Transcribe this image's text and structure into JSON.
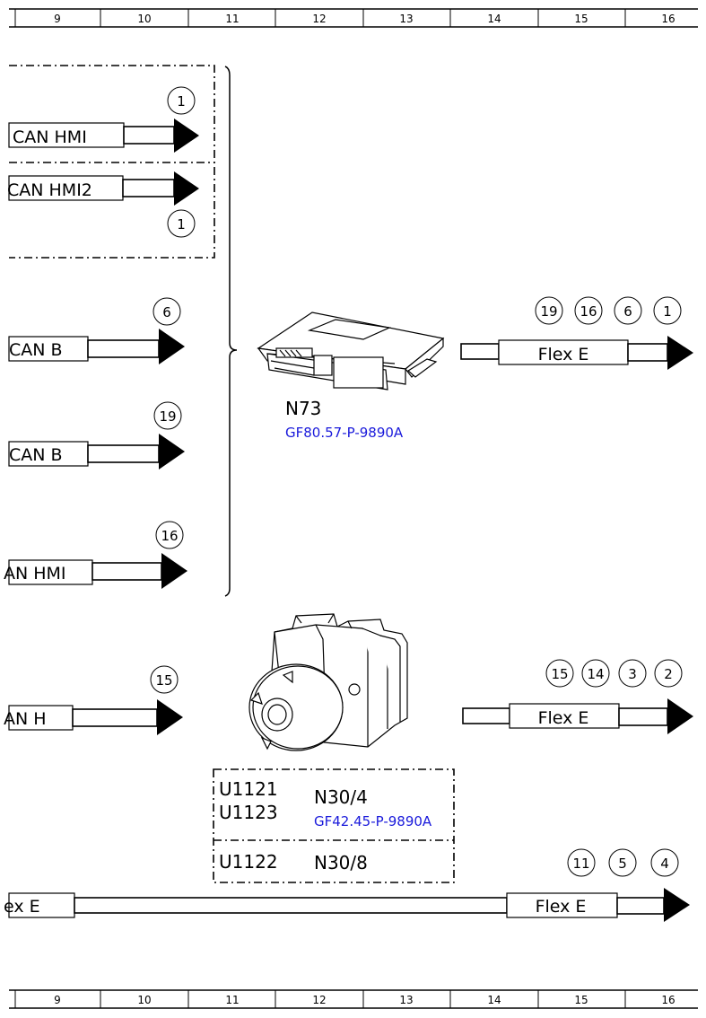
{
  "ruler": {
    "top": [
      "9",
      "10",
      "11",
      "12",
      "13",
      "14",
      "15",
      "16"
    ],
    "bottom": [
      "9",
      "10",
      "11",
      "12",
      "13",
      "14",
      "15",
      "16"
    ]
  },
  "bus_labels": {
    "can_hmi": "CAN HMI",
    "can_hmi2": "CAN HMI2",
    "can_b_1": "CAN B",
    "can_b_2": "CAN B",
    "an_hmi": "AN HMI",
    "an_h": "AN H",
    "ex_e": "ex E",
    "flex_e_1": "Flex E",
    "flex_e_2": "Flex E",
    "flex_e_3": "Flex E"
  },
  "refs": {
    "can_hmi": "1",
    "can_hmi2": "1",
    "can_b_1": "6",
    "can_b_2": "19",
    "an_hmi": "16",
    "an_h": "15",
    "flex1": [
      "19",
      "16",
      "6",
      "1"
    ],
    "flex2": [
      "15",
      "14",
      "3",
      "2"
    ],
    "flex3": [
      "11",
      "5",
      "4"
    ]
  },
  "components": {
    "n73": {
      "code": "N73",
      "doc": "GF80.57-P-9890A"
    },
    "u1121": "U1121",
    "u1123": "U1123",
    "n30_4": {
      "code": "N30/4",
      "doc": "GF42.45-P-9890A"
    },
    "u1122": "U1122",
    "n30_8": "N30/8"
  },
  "colors": {
    "link": "#1a1adb",
    "line": "#000000"
  }
}
